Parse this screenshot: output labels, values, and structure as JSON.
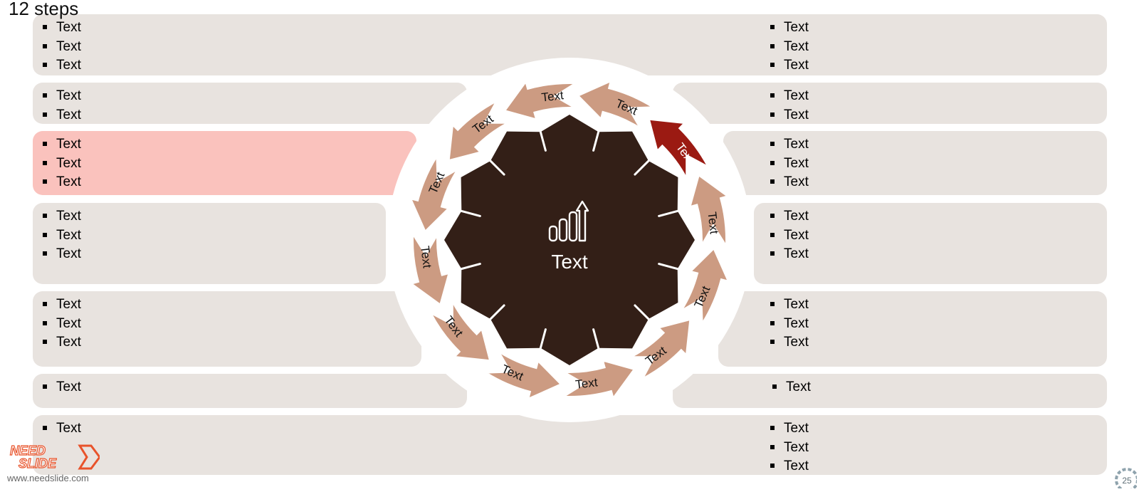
{
  "slide": {
    "title": "12 steps",
    "center_label": "Text",
    "center_icon": "bar-chart-growth-icon",
    "page_number": "25",
    "footer_url": "www.needslide.com",
    "logo": {
      "line1": "NEED",
      "line2": "SLIDE"
    }
  },
  "colors": {
    "panel": "#e8e3df",
    "panel_active": "#fac2bd",
    "arrow": "#cc9b82",
    "arrow_active": "#9b1a12",
    "hub": "#331f17"
  },
  "steps": [
    {
      "label": "Text",
      "active": false
    },
    {
      "label": "Text",
      "active": false
    },
    {
      "label": "Text",
      "active": false
    },
    {
      "label": "Text",
      "active": false
    },
    {
      "label": "Text",
      "active": false
    },
    {
      "label": "Text",
      "active": false
    },
    {
      "label": "Text",
      "active": false
    },
    {
      "label": "Text",
      "active": false
    },
    {
      "label": "Text",
      "active": false
    },
    {
      "label": "Text",
      "active": false
    },
    {
      "label": "Text",
      "active": true
    },
    {
      "label": "Text",
      "active": false
    }
  ],
  "panels": {
    "left": [
      {
        "items": [
          "Text",
          "Text",
          "Text"
        ]
      },
      {
        "items": [
          "Text",
          "Text"
        ]
      },
      {
        "items": [
          "Text",
          "Text",
          "Text"
        ],
        "active": true
      },
      {
        "items": [
          "Text",
          "Text",
          "Text"
        ]
      },
      {
        "items": [
          "Text",
          "Text",
          "Text"
        ]
      },
      {
        "items": [
          "Text"
        ]
      },
      {
        "items": [
          "Text"
        ]
      }
    ],
    "right": [
      {
        "items": [
          "Text",
          "Text",
          "Text"
        ]
      },
      {
        "items": [
          "Text",
          "Text"
        ]
      },
      {
        "items": [
          "Text",
          "Text",
          "Text"
        ]
      },
      {
        "items": [
          "Text",
          "Text",
          "Text"
        ]
      },
      {
        "items": [
          "Text",
          "Text",
          "Text"
        ]
      },
      {
        "items": [
          "Text"
        ]
      },
      {
        "items": [
          "Text",
          "Text",
          "Text"
        ]
      }
    ]
  }
}
